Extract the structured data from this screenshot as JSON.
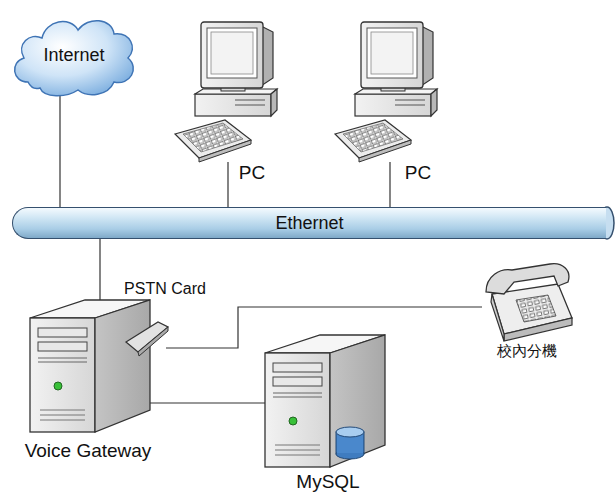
{
  "diagram": {
    "nodes": [
      {
        "text": [
          "Internet"
        ]
      },
      {
        "text": [
          "PC"
        ]
      },
      {
        "text": [
          "PC"
        ]
      },
      {
        "text": [
          "Ethernet"
        ]
      },
      {
        "text": [
          "PSTN Card"
        ]
      },
      {
        "text": [
          "校內分機"
        ]
      },
      {
        "text": [
          "Voice Gateway"
        ]
      },
      {
        "text": [
          "MySQL"
        ]
      }
    ],
    "edges": [
      {
        "from": 0,
        "to": 3,
        "arrow": "none"
      },
      {
        "from": 1,
        "to": 3,
        "arrow": "none"
      },
      {
        "from": 2,
        "to": 3,
        "arrow": "none"
      },
      {
        "from": 6,
        "to": 3,
        "arrow": "none"
      },
      {
        "from": 4,
        "to": 5,
        "arrow": "none"
      },
      {
        "from": 6,
        "to": 7,
        "arrow": "none"
      }
    ]
  }
}
